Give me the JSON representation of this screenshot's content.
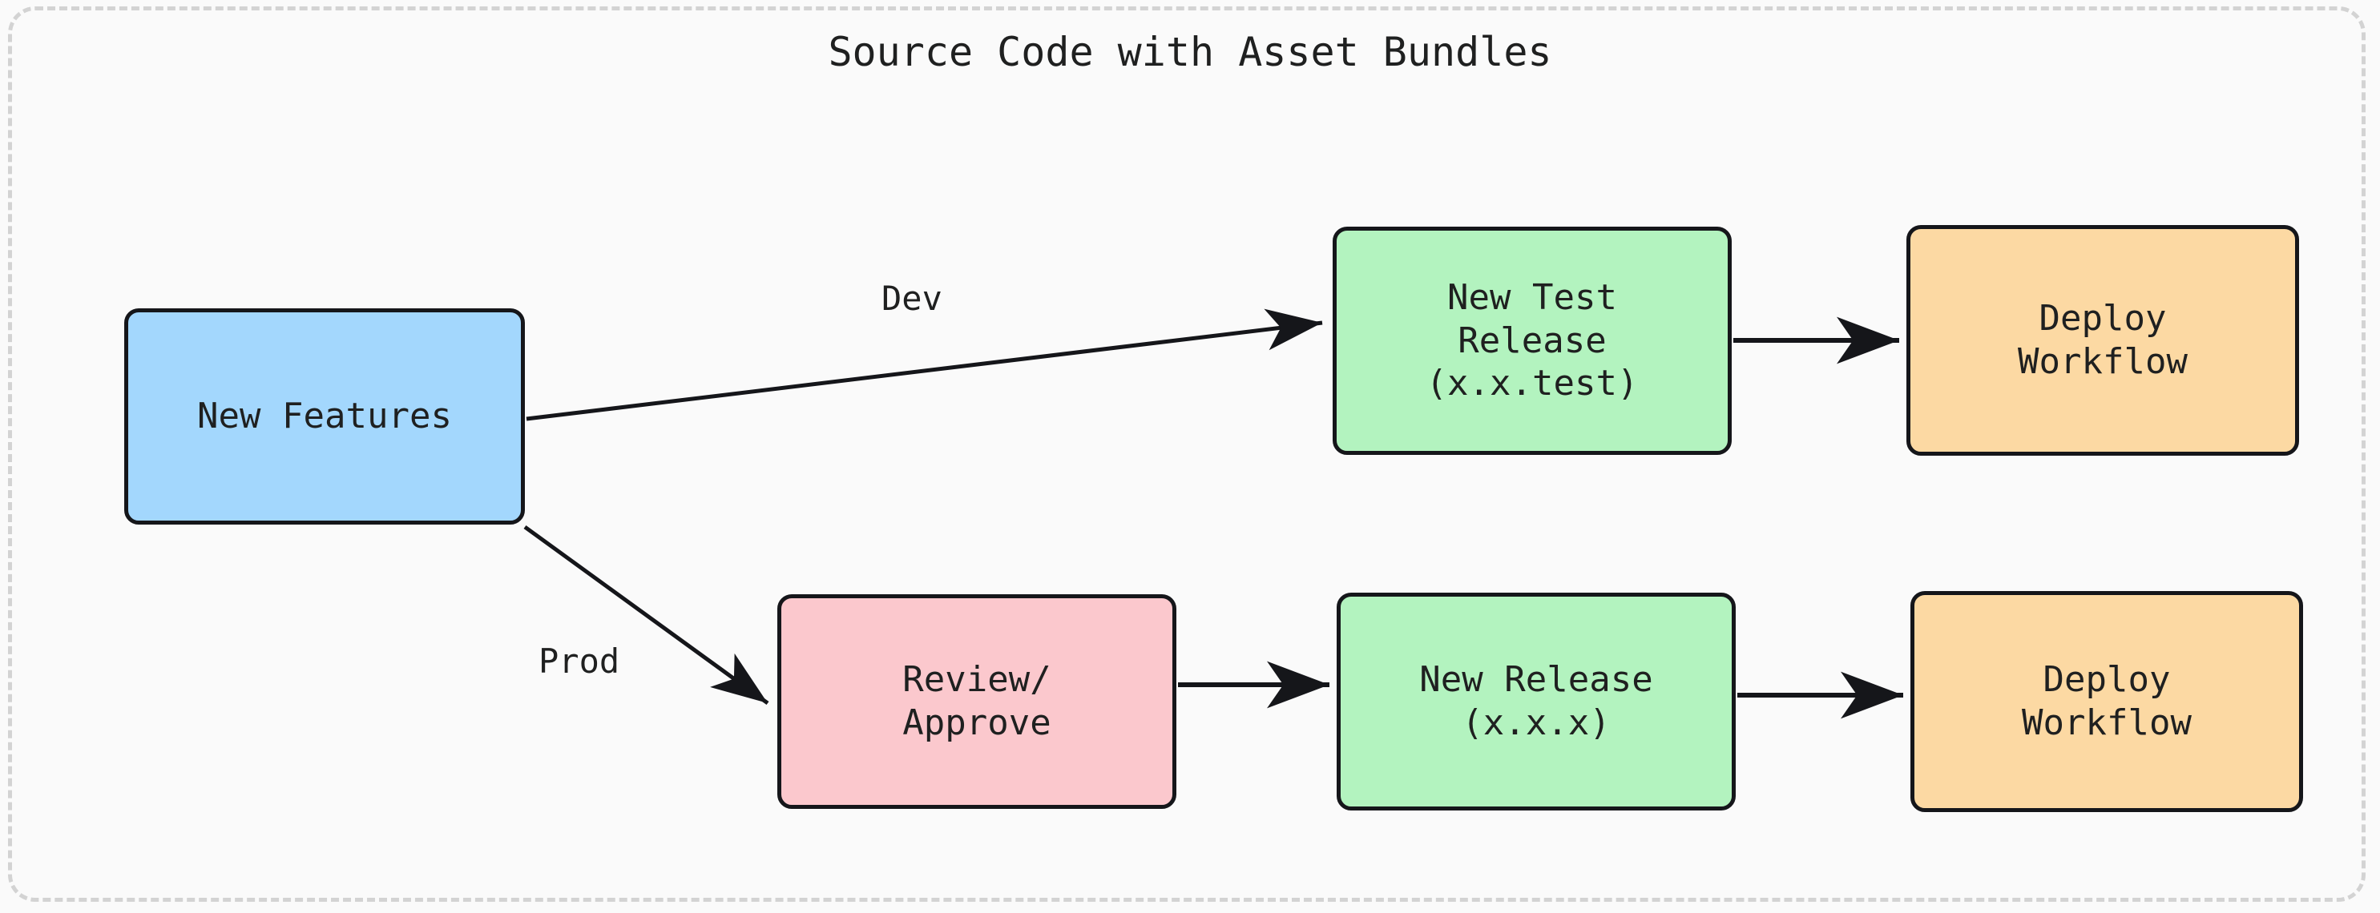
{
  "diagram": {
    "title": "Source Code with Asset Bundles",
    "type": "flowchart",
    "direction": "left-to-right",
    "background_color": "#fafafa",
    "frame_border_color": "#d3d3d3",
    "node_border_color": "#15161a",
    "edge_color": "#15161a",
    "nodes": [
      {
        "id": "new-features",
        "label": "New Features",
        "color": "#a3d7fd",
        "row": "source"
      },
      {
        "id": "new-test-release",
        "label": "New Test\nRelease\n(x.x.test)",
        "color": "#b3f3bf",
        "row": "dev"
      },
      {
        "id": "deploy-workflow-dev",
        "label": "Deploy\nWorkflow",
        "color": "#fcd9a3",
        "row": "dev"
      },
      {
        "id": "review-approve",
        "label": "Review/\nApprove",
        "color": "#fbc8cd",
        "row": "prod"
      },
      {
        "id": "new-release",
        "label": "New Release\n(x.x.x)",
        "color": "#b3f3bf",
        "row": "prod"
      },
      {
        "id": "deploy-workflow-prod",
        "label": "Deploy\nWorkflow",
        "color": "#fcd9a3",
        "row": "prod"
      }
    ],
    "edges": [
      {
        "id": "edge-dev",
        "from": "new-features",
        "to": "new-test-release",
        "label": "Dev",
        "arrow": true
      },
      {
        "id": "edge-dev-deploy",
        "from": "new-test-release",
        "to": "deploy-workflow-dev",
        "label": "",
        "arrow": true
      },
      {
        "id": "edge-prod",
        "from": "new-features",
        "to": "review-approve",
        "label": "Prod",
        "arrow": true
      },
      {
        "id": "edge-prod-release",
        "from": "review-approve",
        "to": "new-release",
        "label": "",
        "arrow": true
      },
      {
        "id": "edge-prod-deploy",
        "from": "new-release",
        "to": "deploy-workflow-prod",
        "label": "",
        "arrow": true
      }
    ]
  }
}
